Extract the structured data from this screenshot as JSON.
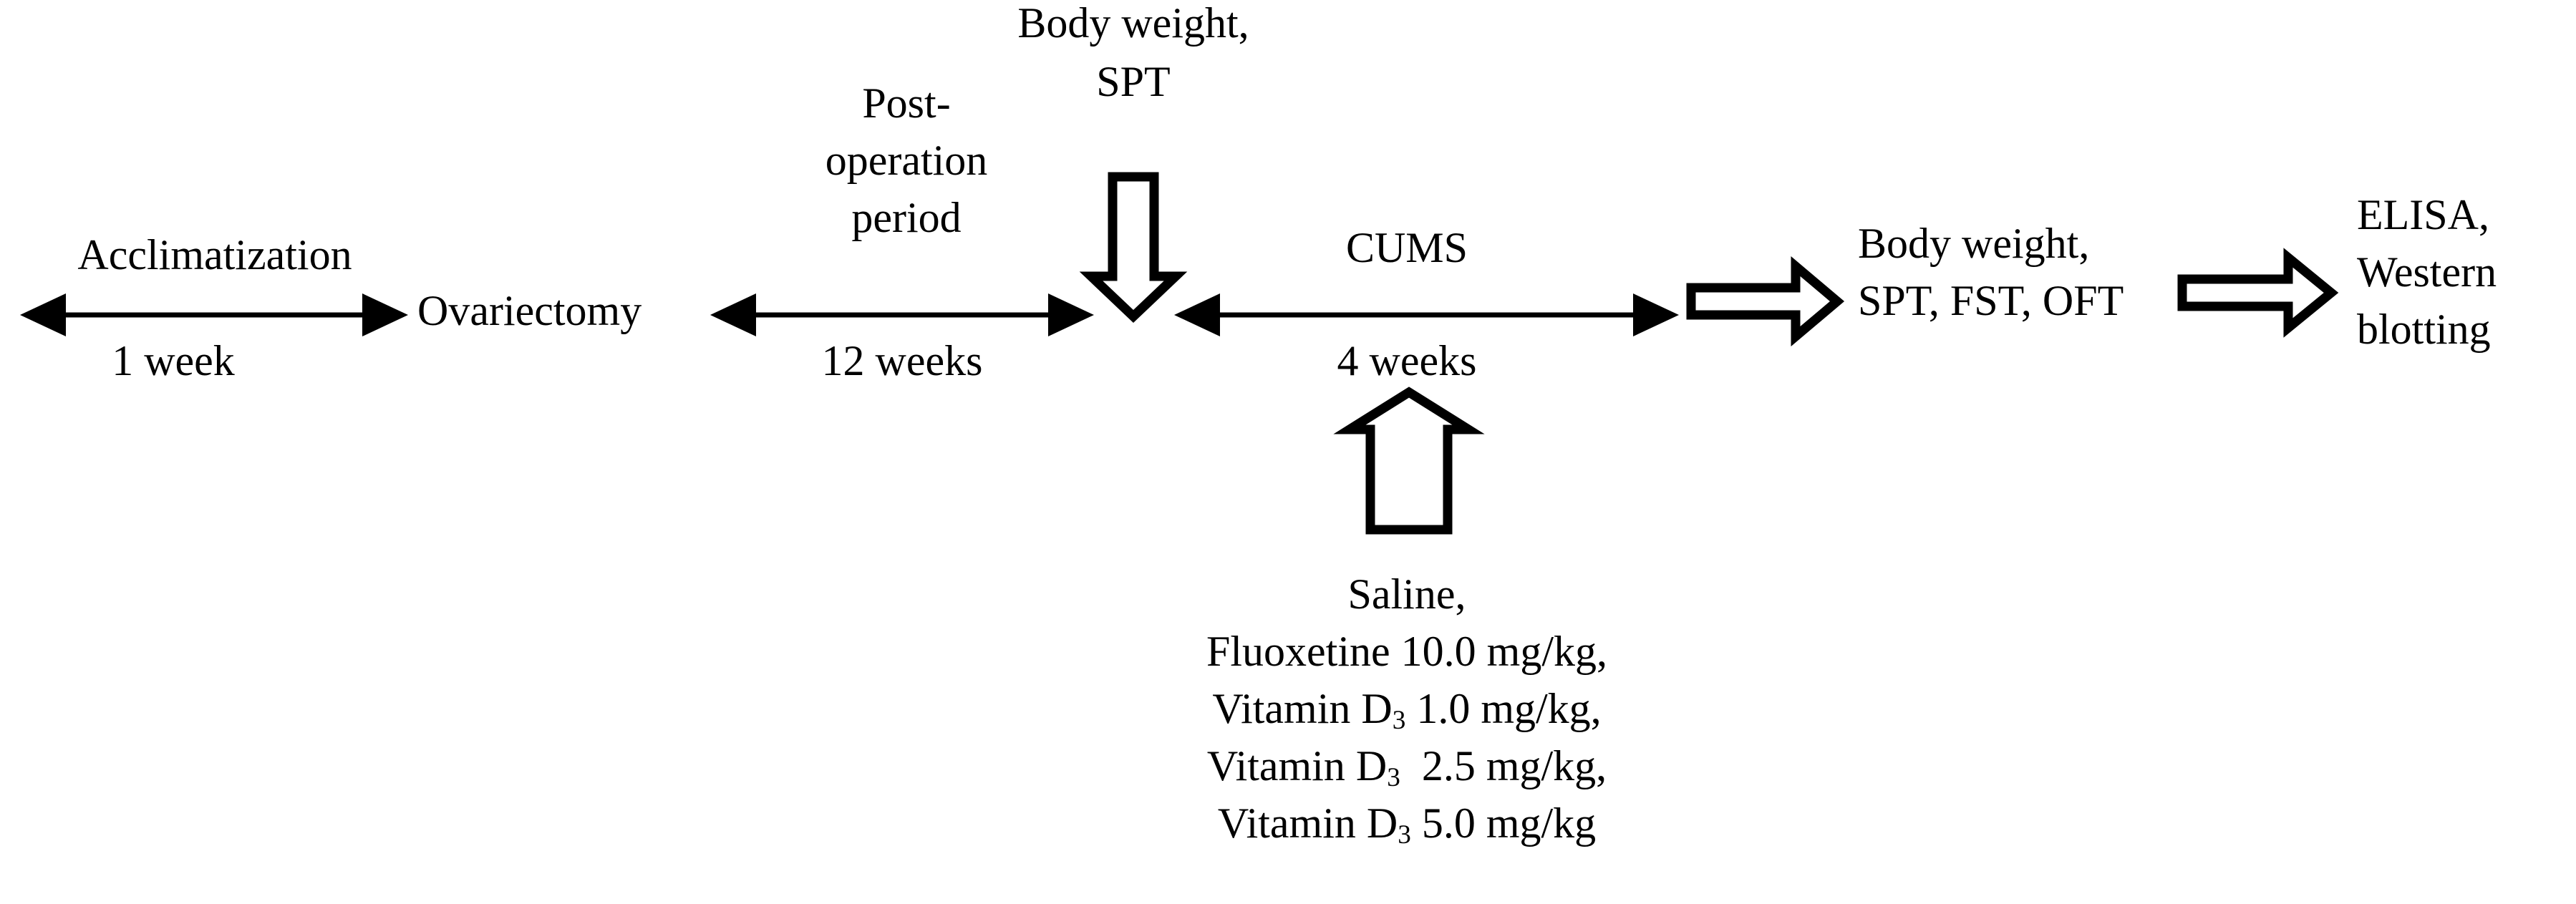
{
  "figure": {
    "kind": "experimental-timeline-diagram",
    "title": "Experimental design timeline",
    "ink_color": "#000000",
    "background_color": "#ffffff"
  },
  "timeline": {
    "phases": [
      {
        "id": "acclimatization",
        "above_label": "Acclimatization",
        "below_label": "1 week",
        "connector": "double-headed-line-arrow"
      },
      {
        "id": "post-operation",
        "above_label_lines": [
          "Post-",
          "operation",
          "period"
        ],
        "below_label": "12 weeks",
        "connector": "double-headed-line-arrow"
      },
      {
        "id": "cums",
        "above_label": "CUMS",
        "below_label": "4 weeks",
        "connector": "double-headed-line-arrow"
      }
    ]
  },
  "events": {
    "ovariectomy": "Ovariectomy",
    "midpoint_measures_lines": [
      "Body weight,",
      "SPT"
    ],
    "endpoint_measures_lines": [
      "Body weight,",
      "SPT, FST, OFT"
    ],
    "assays_lines": [
      "ELISA,",
      "Western",
      "blotting"
    ]
  },
  "treatments": {
    "arrow_direction": "up",
    "lines": [
      {
        "text": "Saline,",
        "agent": "Saline",
        "dose": "",
        "unit": ""
      },
      {
        "text": "Fluoxetine 10.0 mg/kg,",
        "agent": "Fluoxetine",
        "dose": "10.0",
        "unit": "mg/kg"
      },
      {
        "prefix": "Vitamin D",
        "sub": "3",
        "suffix": " 1.0 mg/kg,",
        "agent": "Vitamin D3",
        "dose": "1.0",
        "unit": "mg/kg"
      },
      {
        "prefix": "Vitamin D",
        "sub": "3",
        "suffix": "  2.5 mg/kg,",
        "agent": "Vitamin D3",
        "dose": "2.5",
        "unit": "mg/kg"
      },
      {
        "prefix": "Vitamin D",
        "sub": "3",
        "suffix": " 5.0 mg/kg",
        "agent": "Vitamin D3",
        "dose": "5.0",
        "unit": "mg/kg"
      }
    ]
  },
  "arrows": {
    "timeline_style": "thin-line-with-solid-triangles-both-ends",
    "event_style": "hollow-outlined-block-arrow"
  }
}
